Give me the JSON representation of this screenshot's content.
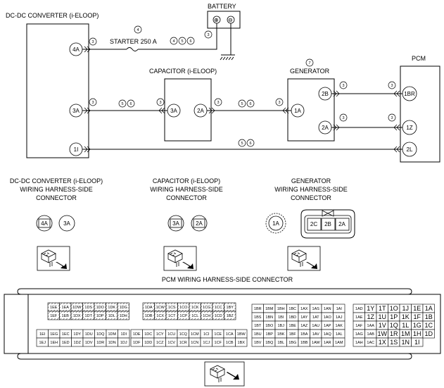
{
  "labels": {
    "battery": "BATTERY",
    "plus": "⊕",
    "minus": "⊖",
    "dcdc_title": "DC-DC CONVERTER (i-ELOOP)",
    "starter": "STARTER 250 A",
    "capacitor_title": "CAPACITOR (i-ELOOP)",
    "generator_title": "GENERATOR",
    "pcm": "PCM",
    "dcdc_harness_1": "DC-DC CONVERTER (i-ELOOP)",
    "dcdc_harness_2": "WIRING HARNESS-SIDE",
    "dcdc_harness_3": "CONNECTOR",
    "cap_harness_1": "CAPACITOR (i-ELOOP)",
    "cap_harness_2": "WIRING HARNESS-SIDE",
    "cap_harness_3": "CONNECTOR",
    "gen_harness_1": "GENERATOR",
    "gen_harness_2": "WIRING HARNESS-SIDE",
    "gen_harness_3": "CONNECTOR",
    "pcm_harness": "PCM WIRING HARNESS-SIDE CONNECTOR"
  },
  "circled_numbers": {
    "n3": "3",
    "n4": "4",
    "n5": "5",
    "n6": "6",
    "n7": "7"
  },
  "terminals": {
    "dcdc": [
      "4A",
      "3A",
      "1I"
    ],
    "capacitor": [
      "3A",
      "2A"
    ],
    "generator": [
      "2B",
      "2A",
      "1A"
    ],
    "pcm": [
      "1BR",
      "1Z",
      "2L"
    ],
    "connector_dcdc": [
      "4A",
      "3A"
    ],
    "connector_cap": [
      "3A",
      "2A"
    ],
    "connector_gen_single": "1A",
    "connector_gen": [
      "2C",
      "2B",
      "2A"
    ]
  },
  "pcm_connector": {
    "group1": [
      [
        "1EE",
        "1EA",
        "1DW",
        "1DS",
        "1DO",
        "1DK",
        "1DG"
      ],
      [
        "1EF",
        "1EB",
        "1DX",
        "1DT",
        "1DP",
        "1DL",
        "1DH"
      ],
      [
        "1EI",
        "1EG",
        "1EC",
        "1DY",
        "1DU",
        "1DQ",
        "1DM",
        "1DI"
      ],
      [
        "1EJ",
        "1EH",
        "1ED",
        "1DZ",
        "1DV",
        "1DR",
        "1DN",
        "1DJ"
      ]
    ],
    "group2": [
      [
        "1DA",
        "1CW",
        "1CS",
        "1CO",
        "1CK",
        "1CG",
        "1CC",
        "1BY"
      ],
      [
        "1DB",
        "1CX",
        "1CT",
        "1CP",
        "1CL",
        "1CH",
        "1CD",
        "1BZ"
      ],
      [
        "1DE",
        "1DC",
        "1CY",
        "1CU",
        "1CQ",
        "1CM",
        "1CI",
        "1CE",
        "1CA",
        "1BW"
      ],
      [
        "1DF",
        "1DD",
        "1CZ",
        "1CV",
        "1CR",
        "1CN",
        "1CJ",
        "1CF",
        "1CB",
        "1BX"
      ]
    ],
    "group3": [
      [
        "1BR",
        "1BM",
        "1BH",
        "1BC",
        "1AX",
        "1AS",
        "1AN",
        "1AI"
      ],
      [
        "1BS",
        "1BN",
        "1BI",
        "1BD",
        "1AY",
        "1AT",
        "1AO",
        "1AJ"
      ],
      [
        "1BT",
        "1BO",
        "1BJ",
        "1BE",
        "1AZ",
        "1AU",
        "1AP",
        "1AK"
      ],
      [
        "1BU",
        "1BP",
        "1BK",
        "1BF",
        "1BA",
        "1AV",
        "1AQ",
        "1AL"
      ],
      [
        "1BV",
        "1BQ",
        "1BL",
        "1BG",
        "1BB",
        "1AW",
        "1AR",
        "1AM"
      ]
    ],
    "group4": [
      [
        "1AD",
        "1Y",
        "1T",
        "1O",
        "1J",
        "1E",
        "1A"
      ],
      [
        "1AE",
        "1Z",
        "1U",
        "1P",
        "1K",
        "1F",
        "1B"
      ],
      [
        "1AF",
        "1AA",
        "1V",
        "1Q",
        "1L",
        "1G",
        "1C"
      ],
      [
        "1AG",
        "1AB",
        "1W",
        "1R",
        "1M",
        "1H",
        "1D"
      ],
      [
        "1AH",
        "1AC",
        "1X",
        "1S",
        "1N",
        "1I",
        ""
      ]
    ]
  }
}
